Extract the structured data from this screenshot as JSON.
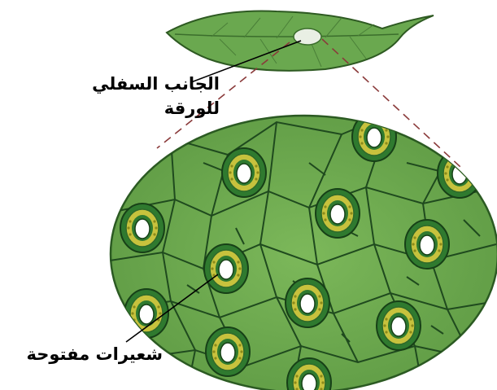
{
  "labels": {
    "leaf_underside_line1": "الجانب السفلي",
    "leaf_underside_line2": "للورقة",
    "open_stomata": "شعيرات مفتوحة"
  },
  "colors": {
    "leaf": "#6aa84f",
    "leaf_dark": "#3b6e2c",
    "cells_fill": "#6aa54a",
    "cell_walls": "#1f4a1e",
    "guard_cell": "#2f7a2f",
    "guard_inner": "#c7c23d",
    "pore": "#ffffff"
  },
  "icons": [
    "leaf-icon"
  ]
}
